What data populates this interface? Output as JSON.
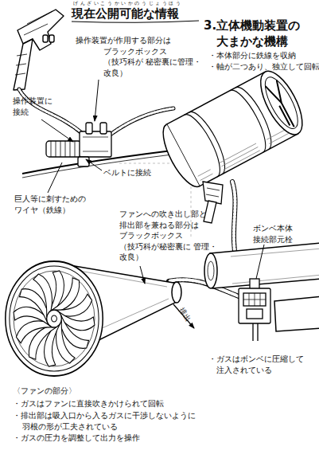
{
  "diagram": {
    "title": "3.立体機動装置の 大まかな機構",
    "labels": [
      "げんざいこうかいかのうじょうほう",
      "現在公開可能な情報",
      "・本体部分に鉄線を収納",
      "・軸が二つあり、独立して回転",
      "操作装置が作用する部分は ブラックボックス （技巧科が 秘密裏に管理・改良）",
      "操作装置に 接続",
      "ベルトに接続",
      "巨人等に刺すための ワイヤ（鉄線）",
      "ファンへの吹き出し部と 排出部を兼ねる部分は ブラックボックス （技巧科が秘密裏に 管理・改良）",
      "排出",
      "ボンベ本体 接続部元栓",
      "・ガスはボンベに圧縮して 注入されている",
      "〈ファンの部分〉",
      "・ガスはファンに直接吹きかけられて回転",
      "・排出部は吸入口から入るガスに干渉しないように 羽根の形が工夫されている",
      "・ガスの圧力を調整して出力を操作"
    ]
  }
}
